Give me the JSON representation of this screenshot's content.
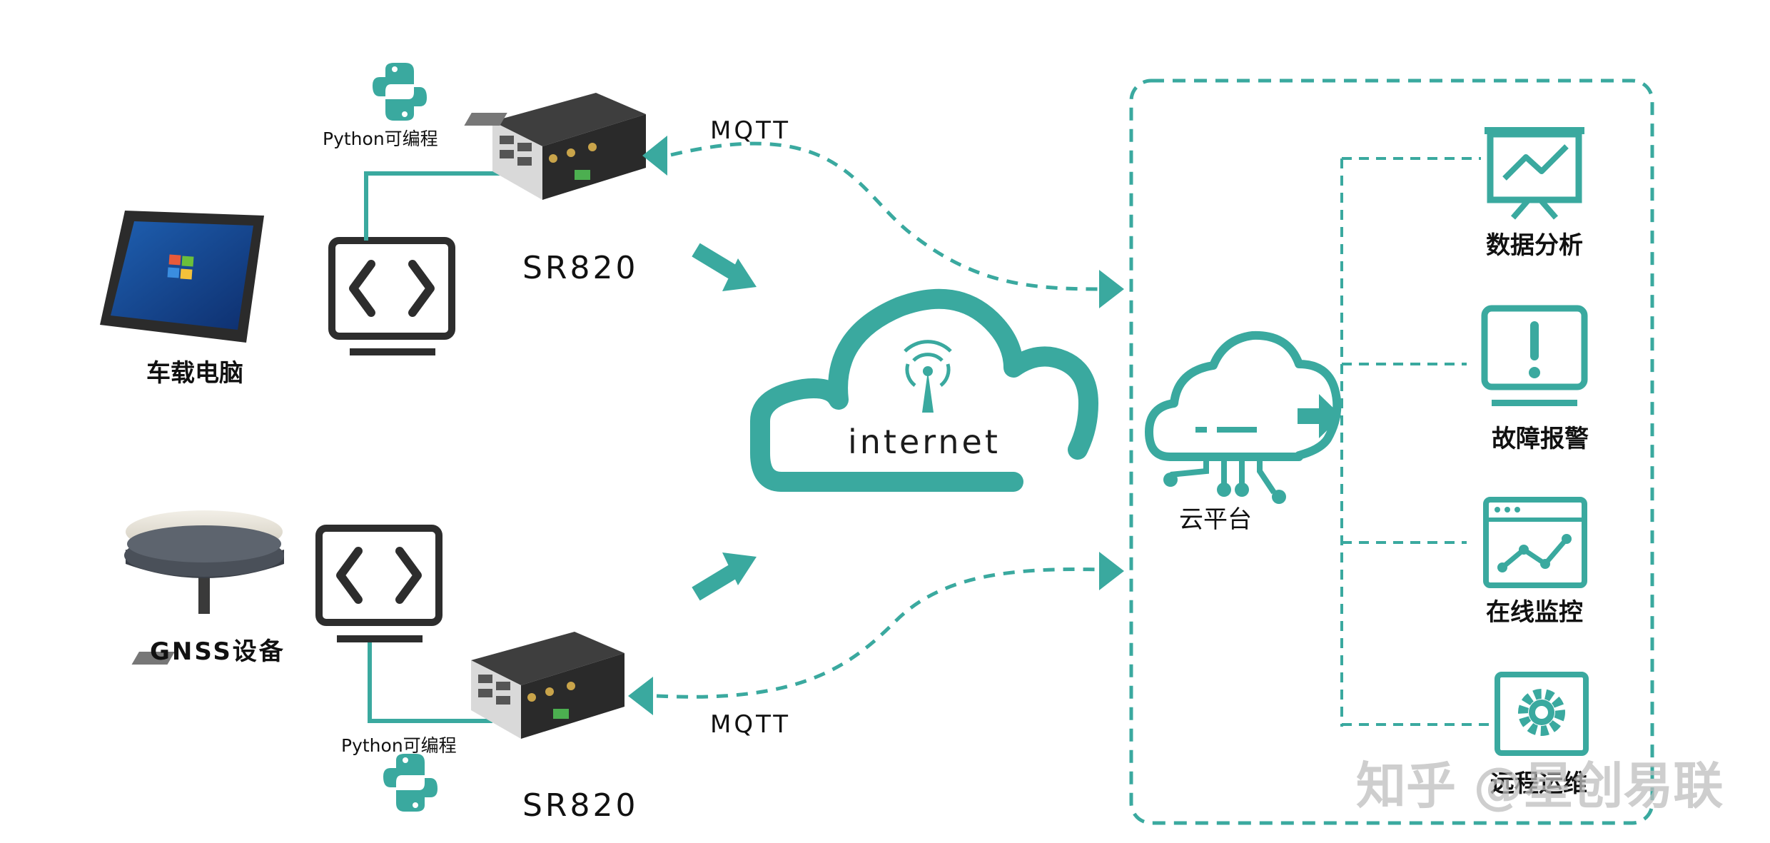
{
  "colors": {
    "teal": "#3aa99f",
    "dark": "#2d2d2d",
    "label": "#111111"
  },
  "nodes": {
    "vehicle_pc": "车载电脑",
    "gnss": "GNSS设备",
    "router_top": "SR820",
    "router_bottom": "SR820",
    "python_top": "Python可编程",
    "python_bottom": "Python可编程",
    "mqtt_top": "MQTT",
    "mqtt_bottom": "MQTT",
    "internet": "internet",
    "cloud_platform": "云平台"
  },
  "services": [
    {
      "label": "数据分析",
      "icon": "chart-board-icon"
    },
    {
      "label": "故障报警",
      "icon": "alert-monitor-icon"
    },
    {
      "label": "在线监控",
      "icon": "monitor-browser-icon"
    },
    {
      "label": "远程运维",
      "icon": "gear-icon"
    }
  ],
  "watermark": "知乎 @星创易联"
}
